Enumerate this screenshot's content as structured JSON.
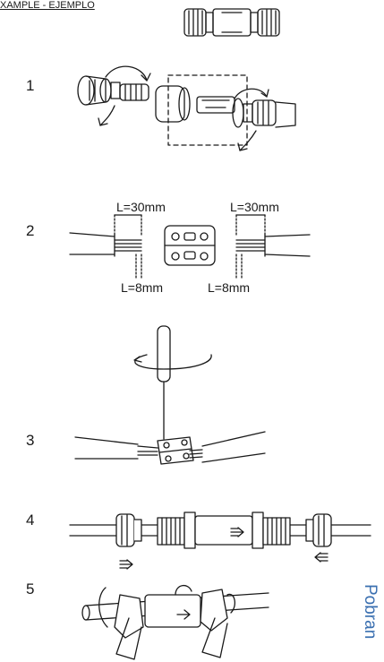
{
  "header": {
    "title": "XAMPLE - EJEMPLO"
  },
  "steps": [
    {
      "number": "1"
    },
    {
      "number": "2",
      "labels": {
        "strip_left": "L=30mm",
        "strip_right": "L=30mm",
        "core_left": "L=8mm",
        "core_right": "L=8mm"
      }
    },
    {
      "number": "3"
    },
    {
      "number": "4"
    },
    {
      "number": "5"
    }
  ],
  "side_label": "Pobran",
  "colors": {
    "line": "#1a1a1a",
    "accent": "#3a6fb0"
  }
}
